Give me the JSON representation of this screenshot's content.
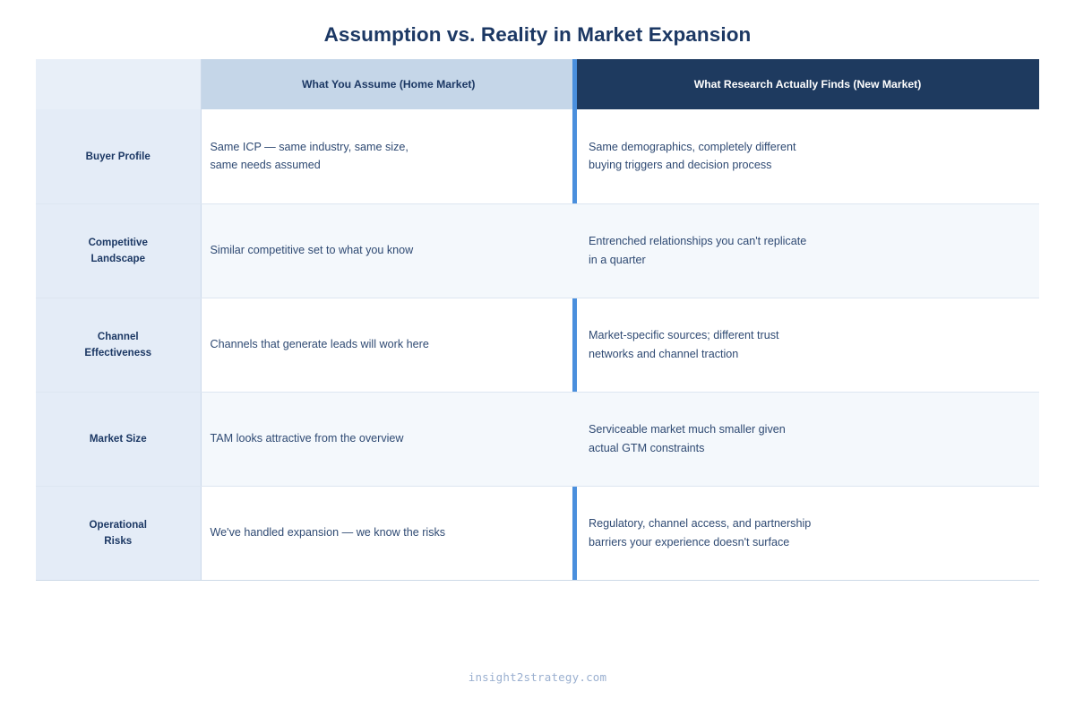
{
  "title": "Assumption vs. Reality in Market Expansion",
  "colors": {
    "title_navy": "#1c3864",
    "header_dark": "#1e3a5f",
    "header_light_blue": "#c5d6e8",
    "label_column": "#e4ecf7",
    "accent_bar": "#4a8fdd",
    "row_alt": "#f4f8fc",
    "body_text": "#2f4a73",
    "footer_text": "#9bb0d0"
  },
  "table": {
    "headers": {
      "label": "",
      "assume": "What You Assume (Home Market)",
      "reality": "What Research Actually Finds (New Market)"
    },
    "rows": [
      {
        "label_lines": [
          "Buyer Profile"
        ],
        "assume_lines": [
          "Same ICP — same industry, same size,",
          "same needs assumed"
        ],
        "reality_lines": [
          "Same demographics, completely different",
          "buying triggers and decision process"
        ],
        "accent": true,
        "alt": false
      },
      {
        "label_lines": [
          "Competitive",
          "Landscape"
        ],
        "assume_lines": [
          "Similar competitive set to what you know"
        ],
        "reality_lines": [
          "Entrenched relationships you can't replicate",
          "in a quarter"
        ],
        "accent": false,
        "alt": true
      },
      {
        "label_lines": [
          "Channel",
          "Effectiveness"
        ],
        "assume_lines": [
          "Channels that generate leads will work here"
        ],
        "reality_lines": [
          "Market-specific sources; different trust",
          "networks and channel traction"
        ],
        "accent": true,
        "alt": false
      },
      {
        "label_lines": [
          "Market Size"
        ],
        "assume_lines": [
          "TAM looks attractive from the overview"
        ],
        "reality_lines": [
          "Serviceable market much smaller given",
          "actual GTM constraints"
        ],
        "accent": false,
        "alt": true
      },
      {
        "label_lines": [
          "Operational",
          "Risks"
        ],
        "assume_lines": [
          "We've handled expansion — we know the risks"
        ],
        "reality_lines": [
          "Regulatory, channel access, and partnership",
          "barriers your experience doesn't surface"
        ],
        "accent": true,
        "alt": false
      }
    ]
  },
  "footer": {
    "source": "insight2strategy.com"
  }
}
